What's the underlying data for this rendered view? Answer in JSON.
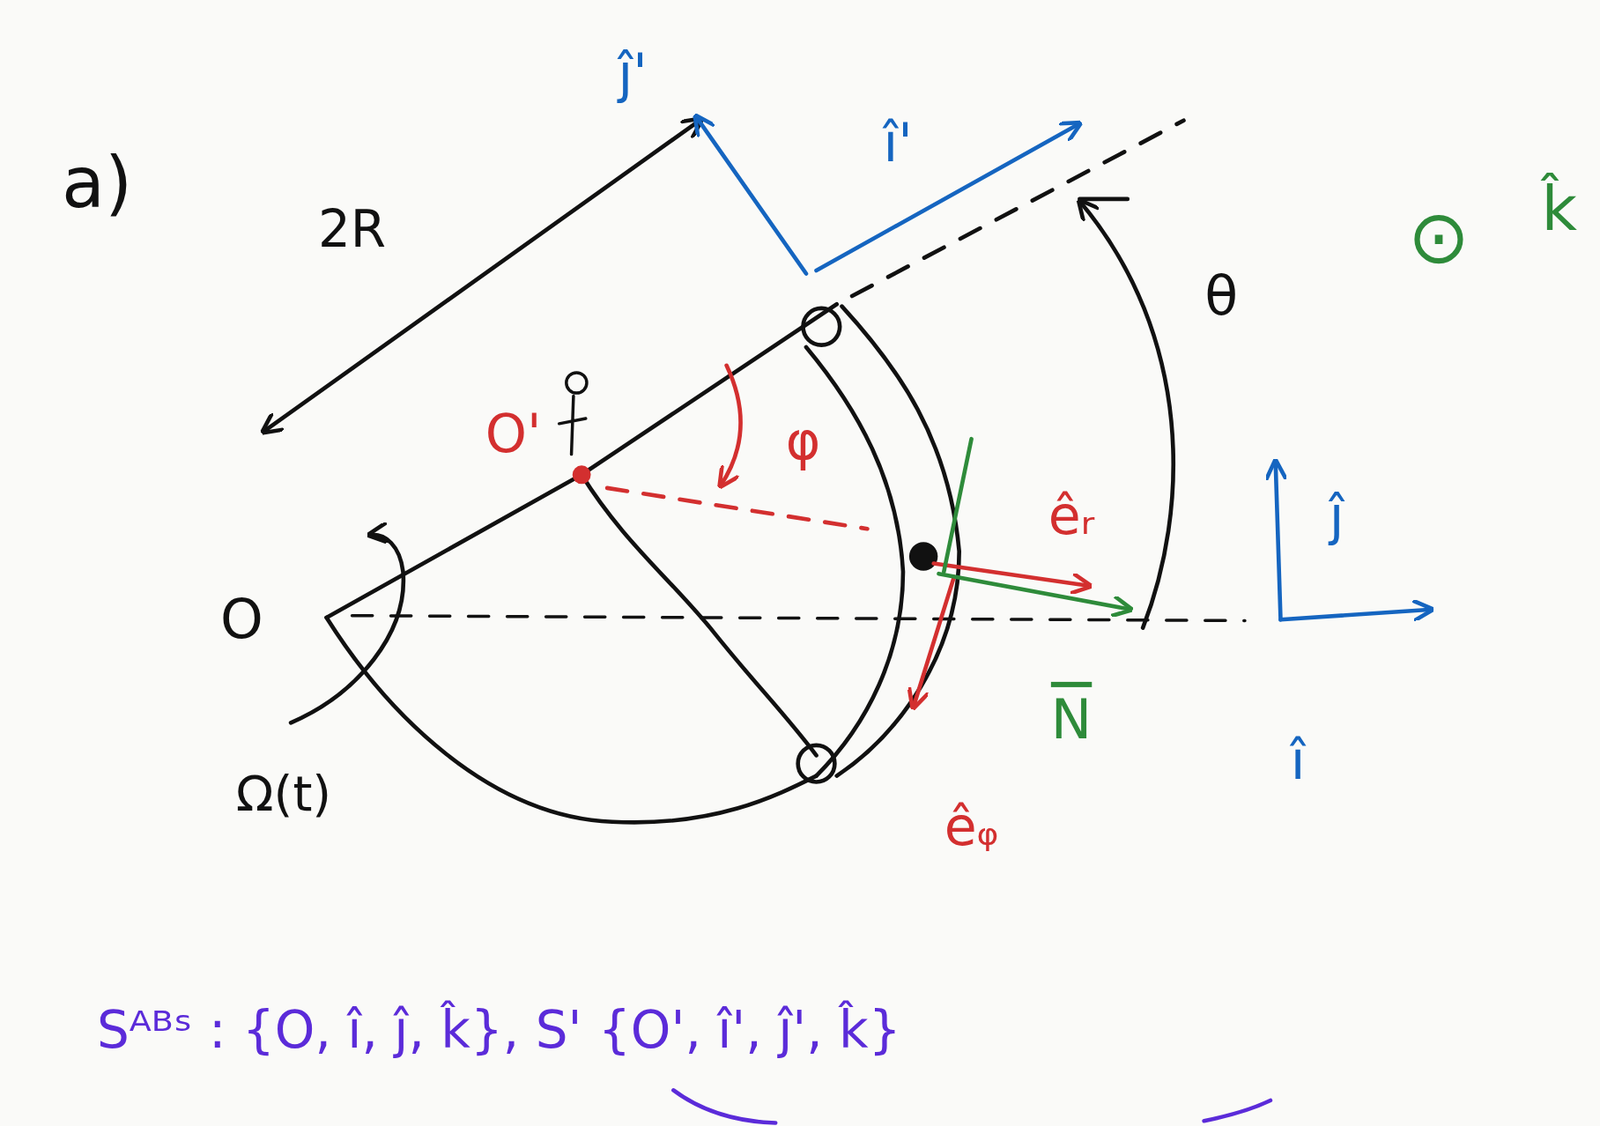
{
  "diagram": {
    "labels": [
      "a)",
      "2R",
      "ĵ'",
      "î'",
      "θ",
      "O'",
      "φ",
      "êᵣ",
      "N",
      "êᵩ",
      "O",
      "Ω(t)",
      "⊙",
      "k̂",
      "ĵ",
      "î",
      "Sᴬᴮˢ : {O, î, ĵ, k̂}, S' {O', î', ĵ', k̂}"
    ]
  }
}
